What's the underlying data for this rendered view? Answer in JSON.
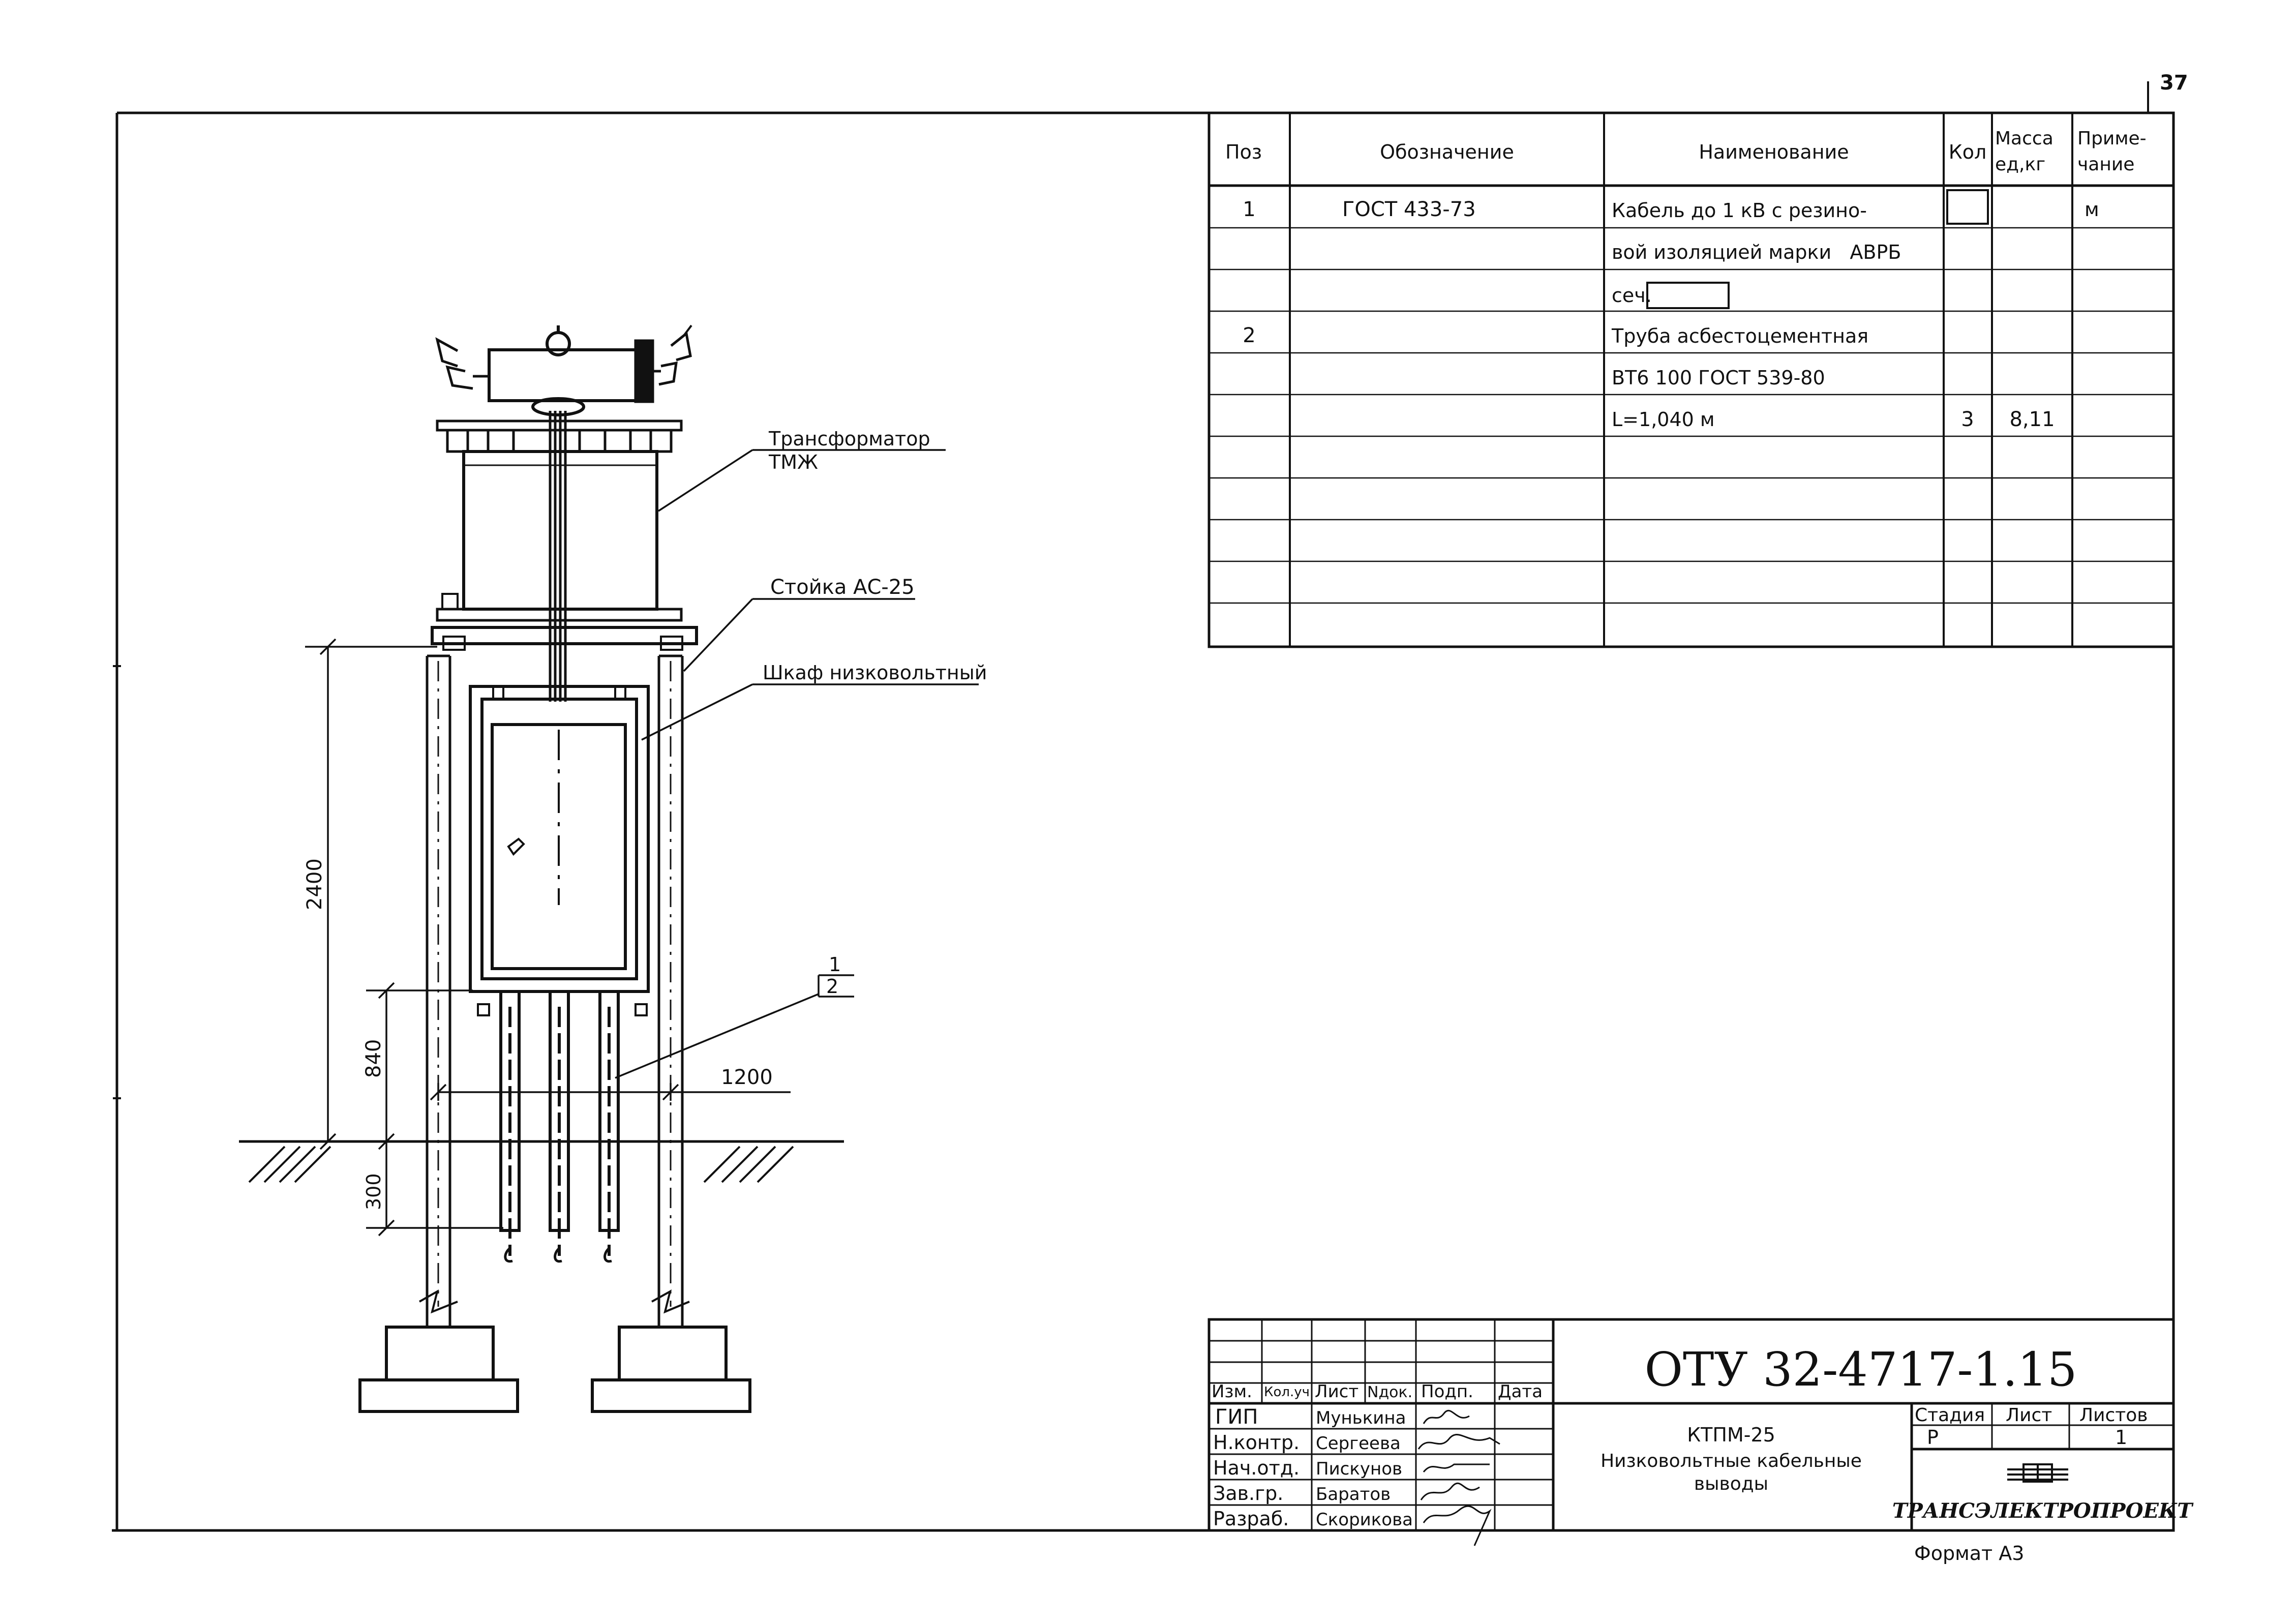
{
  "sheet_corner_number": "37",
  "spec_table": {
    "headers": {
      "pos": "Поз",
      "designation": "Обозначение",
      "name": "Наименование",
      "qty": "Кол",
      "mass_l1": "Масса",
      "mass_l2": "ед,кг",
      "note_l1": "Приме-",
      "note_l2": "чание"
    },
    "rows": [
      {
        "pos": "1",
        "designation": "ГОСТ 433-73",
        "name": "Кабель до 1 кВ с резино-",
        "qty": "",
        "mass": "",
        "note": "м"
      },
      {
        "pos": "",
        "designation": "",
        "name": "вой изоляцией марки   АВРБ",
        "qty": "",
        "mass": "",
        "note": ""
      },
      {
        "pos": "",
        "designation": "",
        "name": "сеч.",
        "qty": "",
        "mass": "",
        "note": ""
      },
      {
        "pos": "2",
        "designation": "",
        "name": "Труба асбестоцементная",
        "qty": "",
        "mass": "",
        "note": ""
      },
      {
        "pos": "",
        "designation": "",
        "name": "ВТ6 100 ГОСТ 539-80",
        "qty": "",
        "mass": "",
        "note": ""
      },
      {
        "pos": "",
        "designation": "",
        "name": "L=1,040 м",
        "qty": "3",
        "mass": "8,11",
        "note": ""
      }
    ]
  },
  "drawing": {
    "labels": {
      "transformer_l1": "Трансформатор",
      "transformer_l2": "ТМЖ",
      "stand": "Стойка АС-25",
      "cabinet": "Шкаф низковольтный",
      "callout_top": "1",
      "callout_bottom": "2"
    },
    "dimensions": {
      "height_total": "2400",
      "height_cabinet_bottom": "840",
      "width": "1200",
      "depth": "300"
    }
  },
  "title_block": {
    "code": "ОТУ 32-4717-1.15",
    "col_headers": [
      "Изм.",
      "Кол.уч.",
      "Лист",
      "Nдок.",
      "Подп.",
      "Дата"
    ],
    "people": [
      {
        "role": "ГИП",
        "name": "Мунькина"
      },
      {
        "role": "Н.контр.",
        "name": "Сергеева"
      },
      {
        "role": "Нач.отд.",
        "name": "Пискунов"
      },
      {
        "role": "Зав.гр.",
        "name": "Баратов"
      },
      {
        "role": "Разраб.",
        "name": "Скорикова"
      }
    ],
    "title_l1": "КТПМ-25",
    "title_l2": "Низковольтные кабельные",
    "title_l3": "выводы",
    "stage_label": "Стадия",
    "sheet_label": "Лист",
    "sheets_label": "Листов",
    "stage_value": "Р",
    "sheet_value": "",
    "sheets_value": "1",
    "organization": "ТРАНСЭЛЕКТРОПРОЕКТ",
    "format": "Формат А3"
  }
}
